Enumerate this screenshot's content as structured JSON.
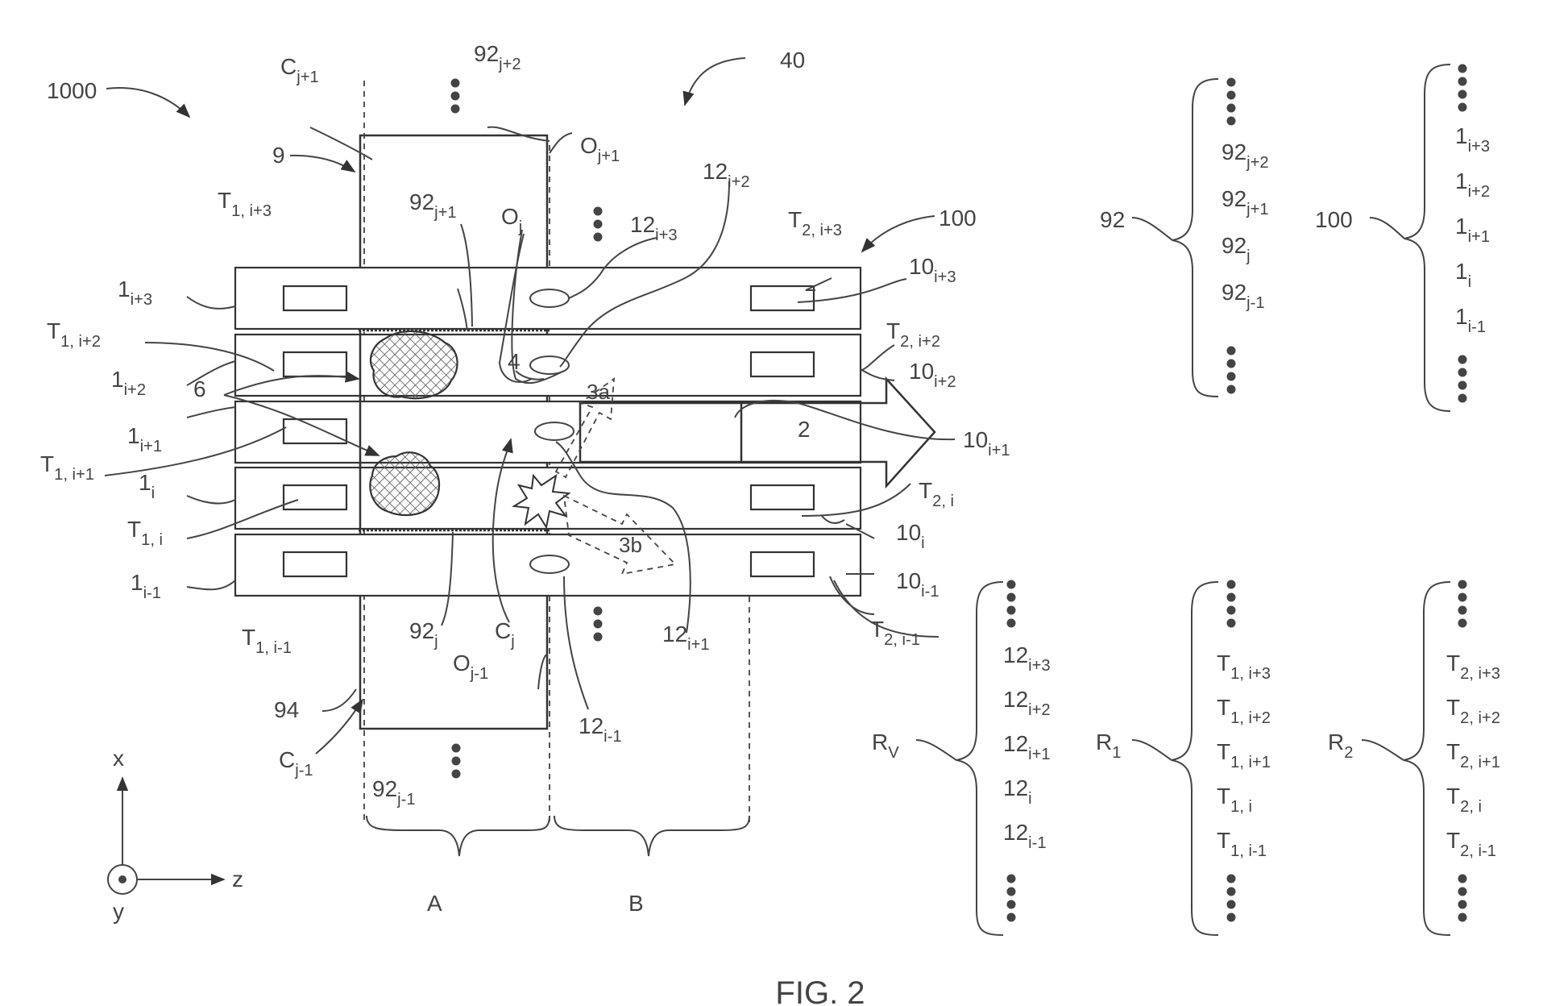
{
  "figure": {
    "caption": "FIG. 2",
    "main_labels": {
      "device": "1000",
      "ref_40": "40",
      "ref_100": "100",
      "ref_9": "9",
      "ref_94": "94",
      "ref_92_jp2": [
        "92",
        "j+2"
      ],
      "ref_92_jp1": [
        "92",
        "j+1"
      ],
      "ref_92_j": [
        "92",
        "j"
      ],
      "ref_92_jm1": [
        "92",
        "j-1"
      ],
      "C_jp1": [
        "C",
        "j+1"
      ],
      "C_j": [
        "C",
        "j"
      ],
      "C_jm1": [
        "C",
        "j-1"
      ],
      "O_jp1": [
        "O",
        "j+1"
      ],
      "O_j": [
        "O",
        "j"
      ],
      "O_jm1": [
        "O",
        "j-1"
      ],
      "s12_ip2": [
        "12",
        "i+2"
      ],
      "s12_ip3": [
        "12",
        "i+3"
      ],
      "s12_ip1": [
        "12",
        "i+1"
      ],
      "s12_im1": [
        "12",
        "i-1"
      ],
      "T1_ip3": [
        "T",
        "1, i+3"
      ],
      "T1_ip2": [
        "T",
        "1, i+2"
      ],
      "T1_ip1": [
        "T",
        "1, i+1"
      ],
      "T1_i": [
        "T",
        "1, i"
      ],
      "T1_im1": [
        "T",
        "1, i-1"
      ],
      "T2_ip3": [
        "T",
        "2, i+3"
      ],
      "T2_ip2": [
        "T",
        "2, i+2"
      ],
      "T2_i": [
        "T",
        "2, i"
      ],
      "T2_im1": [
        "T",
        "2, i-1"
      ],
      "c1_ip3": [
        "1",
        "i+3"
      ],
      "c1_ip2": [
        "1",
        "i+2"
      ],
      "c1_ip1": [
        "1",
        "i+1"
      ],
      "c1_i": [
        "1",
        "i"
      ],
      "c1_im1": [
        "1",
        "i-1"
      ],
      "w10_ip3": [
        "10",
        "i+3"
      ],
      "w10_ip2": [
        "10",
        "i+2"
      ],
      "w10_ip1": [
        "10",
        "i+1"
      ],
      "w10_i": [
        "10",
        "i"
      ],
      "w10_im1": [
        "10",
        "i-1"
      ],
      "ref_6": "6",
      "ref_4": "4",
      "ref_3a": "3a",
      "ref_3b": "3b",
      "ref_2": "2",
      "region_A": "A",
      "region_B": "B",
      "axis_x": "x",
      "axis_y": "y",
      "axis_z": "z"
    },
    "groups": [
      {
        "name": "92",
        "items": [
          [
            "92",
            "j+2"
          ],
          [
            "92",
            "j+1"
          ],
          [
            "92",
            "j"
          ],
          [
            "92",
            "j-1"
          ]
        ]
      },
      {
        "name": "100",
        "items": [
          [
            "1",
            "i+3"
          ],
          [
            "1",
            "i+2"
          ],
          [
            "1",
            "i+1"
          ],
          [
            "1",
            "i"
          ],
          [
            "1",
            "i-1"
          ]
        ]
      },
      {
        "name": [
          "R",
          "V"
        ],
        "items": [
          [
            "12",
            "i+3"
          ],
          [
            "12",
            "i+2"
          ],
          [
            "12",
            "i+1"
          ],
          [
            "12",
            "i"
          ],
          [
            "12",
            "i-1"
          ]
        ]
      },
      {
        "name": [
          "R",
          "1"
        ],
        "items": [
          [
            "T",
            "1, i+3"
          ],
          [
            "T",
            "1, i+2"
          ],
          [
            "T",
            "1, i+1"
          ],
          [
            "T",
            "1, i"
          ],
          [
            "T",
            "1, i-1"
          ]
        ]
      },
      {
        "name": [
          "R",
          "2"
        ],
        "items": [
          [
            "T",
            "2, i+3"
          ],
          [
            "T",
            "2, i+2"
          ],
          [
            "T",
            "2, i+1"
          ],
          [
            "T",
            "2, i"
          ],
          [
            "T",
            "2, i-1"
          ]
        ]
      }
    ]
  }
}
